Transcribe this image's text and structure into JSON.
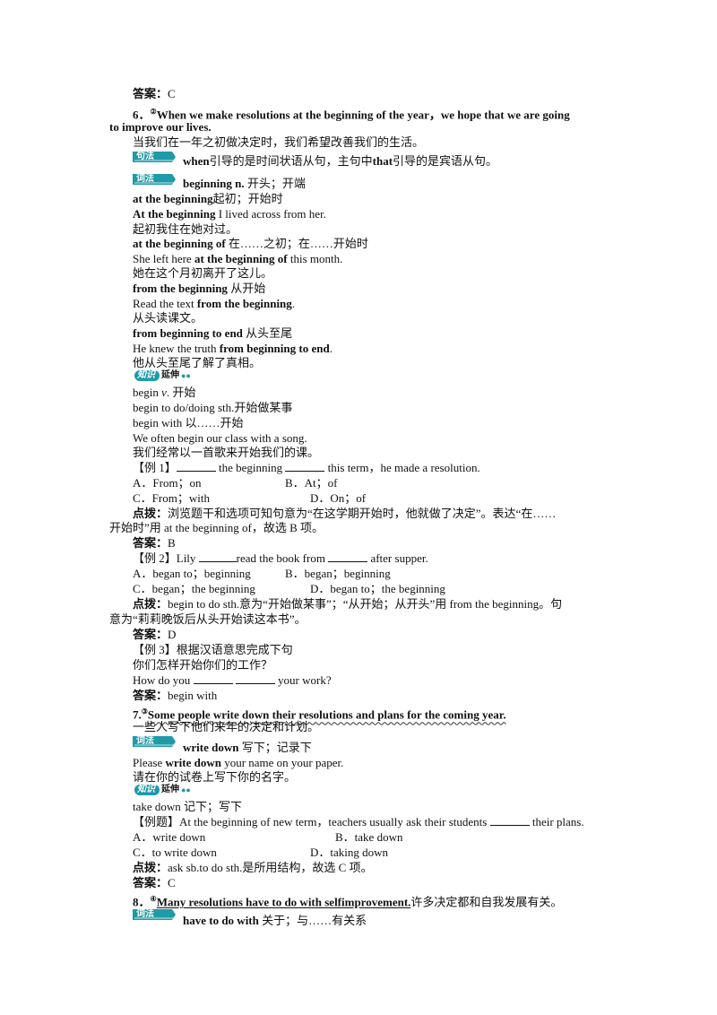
{
  "lines": {
    "l1": {
      "a": "答案：",
      "b": "C"
    },
    "l2": {
      "num": "6．",
      "sup": "②",
      "text": "When we make resolutions at the beginning of the year，we hope that we are going"
    },
    "l3": {
      "text": "to improve our lives."
    },
    "l4": {
      "text": "当我们在一年之初做决定时，我们希望改善我们的生活。"
    },
    "l5": {
      "tag": "句法",
      "a": "when",
      "b": "引导的是时间状语从句，主句中",
      "c": "that",
      "d": "引导的是宾语从句。"
    },
    "l6": {
      "tag": "词法",
      "a": "beginning n.",
      "b": "开头；开端"
    },
    "l7": {
      "a": "at the beginning",
      "b": "起初；开始时"
    },
    "l8": {
      "a": "At the beginning",
      "b": "I lived across from her."
    },
    "l9": {
      "text": "起初我住在她对过。"
    },
    "l10": {
      "a": "at the beginning of",
      "b": "在……之初；在……开始时"
    },
    "l11": {
      "a": "She left here ",
      "b": "at the beginning of",
      "c": " this month."
    },
    "l12": {
      "text": "她在这个月初离开了这儿。"
    },
    "l13": {
      "a": "from the beginning",
      "b": "从开始"
    },
    "l14": {
      "a": "Read the text ",
      "b": "from the beginning",
      "c": "."
    },
    "l15": {
      "text": "从头读课文。"
    },
    "l16": {
      "a": "from beginning to end",
      "b": "从头至尾"
    },
    "l17": {
      "a": "He knew the truth ",
      "b": "from beginning to end",
      "c": "."
    },
    "l18": {
      "text": "他从头至尾了解了真相。"
    },
    "ext1": {
      "pill": "知识",
      "lbl": "延伸",
      "dots": "●●"
    },
    "l19": {
      "a": "begin ",
      "b": "v",
      "c": ". 开始"
    },
    "l20": {
      "text": "begin to do/doing sth.开始做某事"
    },
    "l21": {
      "text": "begin with 以……开始"
    },
    "l22": {
      "text": "We often begin our class with a song."
    },
    "l23": {
      "text": "我们经常以一首歌来开始我们的课。"
    },
    "l24": {
      "a": "【例 1】",
      "b": " the beginning ",
      "c": " this term，he made a resolution."
    },
    "l25": {
      "a": "A．From；on",
      "b": "B．At；of"
    },
    "l26": {
      "a": "C．From；with",
      "b": "D．On；of"
    },
    "l27": {
      "a": "点拨：",
      "b": "浏览题干和选项可知句意为“在这学期开始时，他就做了决定”。表达“在……"
    },
    "l28": {
      "text": "开始时”用 at the beginning of，故选 B 项。"
    },
    "l29": {
      "a": "答案：",
      "b": "B"
    },
    "l30": {
      "a": "【例 2】Lily ",
      "b": "read the book from ",
      "c": " after supper."
    },
    "l31": {
      "a": "A．began to；beginning",
      "b": "B．began；beginning"
    },
    "l32": {
      "a": "C．began；the beginning",
      "b": "D．began to；the beginning"
    },
    "l33": {
      "a": "点拨：",
      "b": "begin to do sth.意为“开始做某事”；“从开始；从开头”用 from the beginning。句"
    },
    "l34": {
      "text": "意为“莉莉晚饭后从头开始读这本书”。"
    },
    "l35": {
      "a": "答案：",
      "b": "D"
    },
    "l36": {
      "text": "【例 3】根据汉语意思完成下句"
    },
    "l37": {
      "text": "你们怎样开始你们的工作？"
    },
    "l38": {
      "a": "How do you ",
      "c": " your work?"
    },
    "l39": {
      "a": "答案：",
      "b": "begin with"
    },
    "l40": {
      "num": "7.",
      "sup": "③",
      "text": "Some people write down their resolutions and plans for the coming year."
    },
    "l41": {
      "text": "一些人写下他们来年的决定和计划。"
    },
    "l42": {
      "tag": "词法",
      "a": "write down",
      "b": "写下；记录下"
    },
    "l43": {
      "a": "Please ",
      "b": "write down",
      "c": " your name on your paper."
    },
    "l44": {
      "text": "请在你的试卷上写下你的名字。"
    },
    "ext2": {
      "pill": "知识",
      "lbl": "延伸",
      "dots": "●●"
    },
    "l45": {
      "text": "take down 记下；写下"
    },
    "l46": {
      "a": "【例题】At the beginning of new term，teachers usually ask their students ",
      "b": " their plans."
    },
    "l47": {
      "a": "A．write down",
      "b": "B．take down"
    },
    "l48": {
      "a": "C．to write down",
      "b": "D．taking down"
    },
    "l49": {
      "a": "点拨：",
      "b": "ask sb.to do sth.是所用结构，故选 C 项。"
    },
    "l50": {
      "a": "答案：",
      "b": "C"
    },
    "l51": {
      "num": "8．",
      "sup": "④",
      "text": "Many resolutions have to do with selfimprovement.",
      "b": "许多决定都和自我发展有关。"
    },
    "l52": {
      "tag": "词法",
      "a": "have to do with",
      "b": "关于；与……有关系"
    }
  },
  "colors": {
    "tag": "#1e9aa8"
  }
}
